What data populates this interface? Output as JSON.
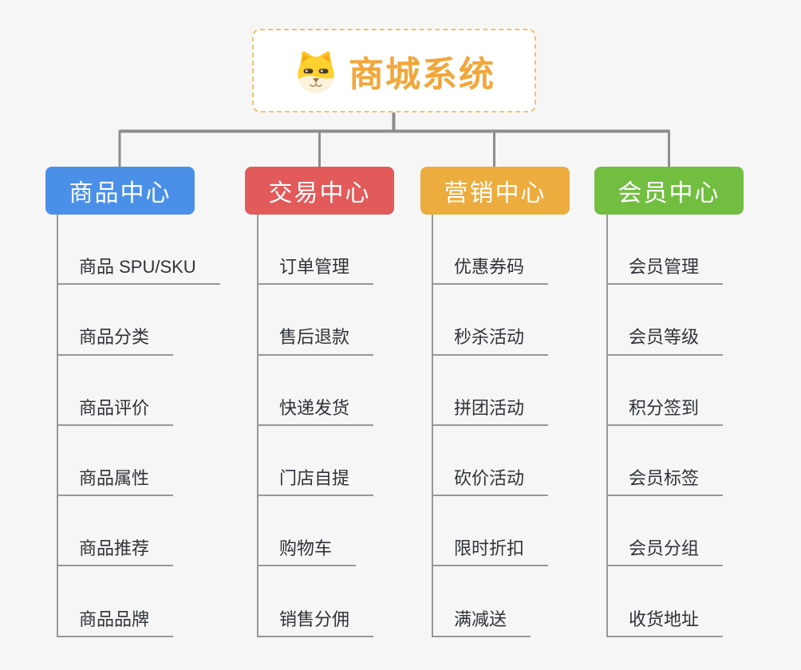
{
  "diagram": {
    "title": "商城系统",
    "type": "mindmap-org-chart"
  },
  "root": {
    "label": "商城系统",
    "icon": "dog-face-icon",
    "text_color": "#f1a73b",
    "border_color": "#f2c171"
  },
  "branches": [
    {
      "label": "商品中心",
      "color": "#4a90e8",
      "children": [
        "商品 SPU/SKU",
        "商品分类",
        "商品评价",
        "商品属性",
        "商品推荐",
        "商品品牌"
      ]
    },
    {
      "label": "交易中心",
      "color": "#e25a5a",
      "children": [
        "订单管理",
        "售后退款",
        "快递发货",
        "门店自提",
        "购物车",
        "销售分佣"
      ]
    },
    {
      "label": "营销中心",
      "color": "#ecac3e",
      "children": [
        "优惠券码",
        "秒杀活动",
        "拼团活动",
        "砍价活动",
        "限时折扣",
        "满减送"
      ]
    },
    {
      "label": "会员中心",
      "color": "#72be41",
      "children": [
        "会员管理",
        "会员等级",
        "积分签到",
        "会员标签",
        "会员分组",
        "收货地址"
      ]
    }
  ],
  "connector_color": "#8d8d8d"
}
